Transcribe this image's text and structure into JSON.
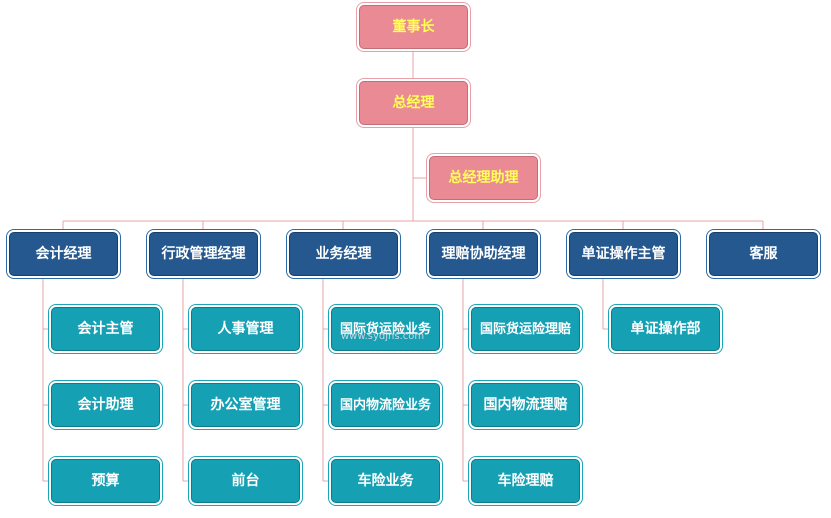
{
  "colors": {
    "executive_fill": "#e98a95",
    "executive_text": "#ffff55",
    "manager_fill": "#24588f",
    "department_fill": "#15a0b4",
    "connector": "#e8a3ab"
  },
  "chart": {
    "chairman": "董事长",
    "general_manager": "总经理",
    "gm_assistant": "总经理助理",
    "managers": [
      {
        "label": "会计经理",
        "units": [
          "会计主管",
          "会计助理",
          "预算"
        ]
      },
      {
        "label": "行政管理经理",
        "units": [
          "人事管理",
          "办公室管理",
          "前台"
        ]
      },
      {
        "label": "业务经理",
        "units": [
          "国际货运险业务",
          "国内物流险业务",
          "车险业务"
        ]
      },
      {
        "label": "理赔协助经理",
        "units": [
          "国际货运险理赔",
          "国内物流理赔",
          "车险理赔"
        ]
      },
      {
        "label": "单证操作主管",
        "units": [
          "单证操作部"
        ]
      },
      {
        "label": "客服",
        "units": []
      }
    ]
  },
  "watermark": "www.sydjns.com"
}
